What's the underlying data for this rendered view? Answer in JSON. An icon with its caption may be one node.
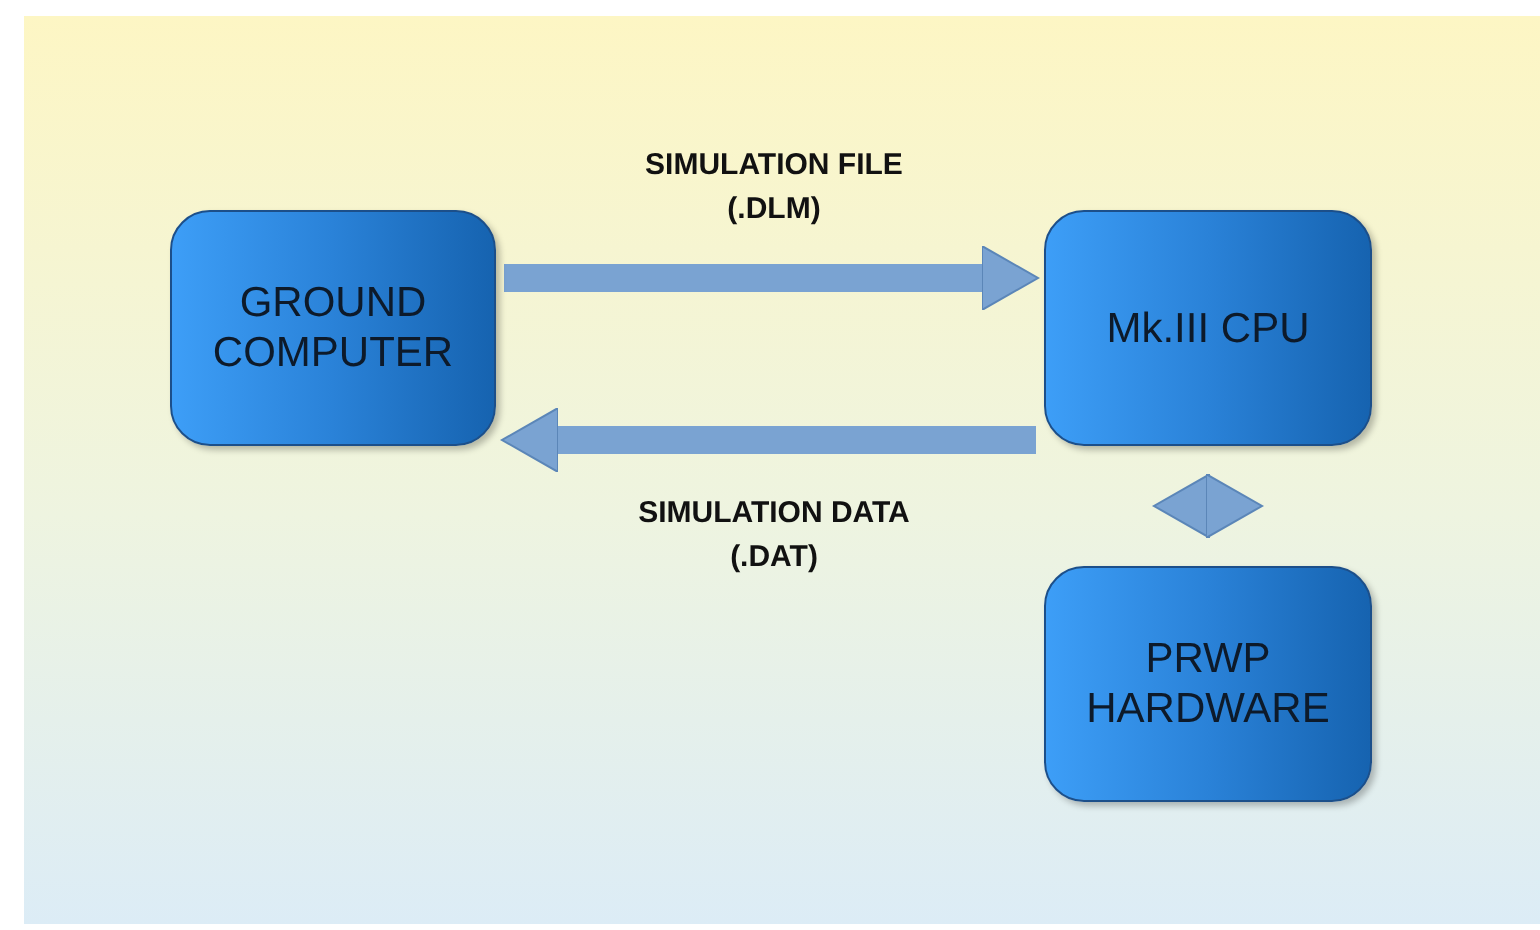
{
  "diagram": {
    "nodes": [
      {
        "text": [
          "GROUND COMPUTER"
        ]
      },
      {
        "text": [
          "Mk.III CPU"
        ]
      },
      {
        "text": [
          "PRWP HARDWARE"
        ]
      }
    ],
    "edges": [
      {
        "from": 0,
        "to": 1,
        "arrow": "to",
        "label": "SIMULATION FILE (.DLM)"
      },
      {
        "from": 1,
        "to": 0,
        "arrow": "to",
        "label": "SIMULATION DATA (.DAT)"
      },
      {
        "from": 1,
        "to": 2,
        "arrow": "both"
      }
    ]
  }
}
